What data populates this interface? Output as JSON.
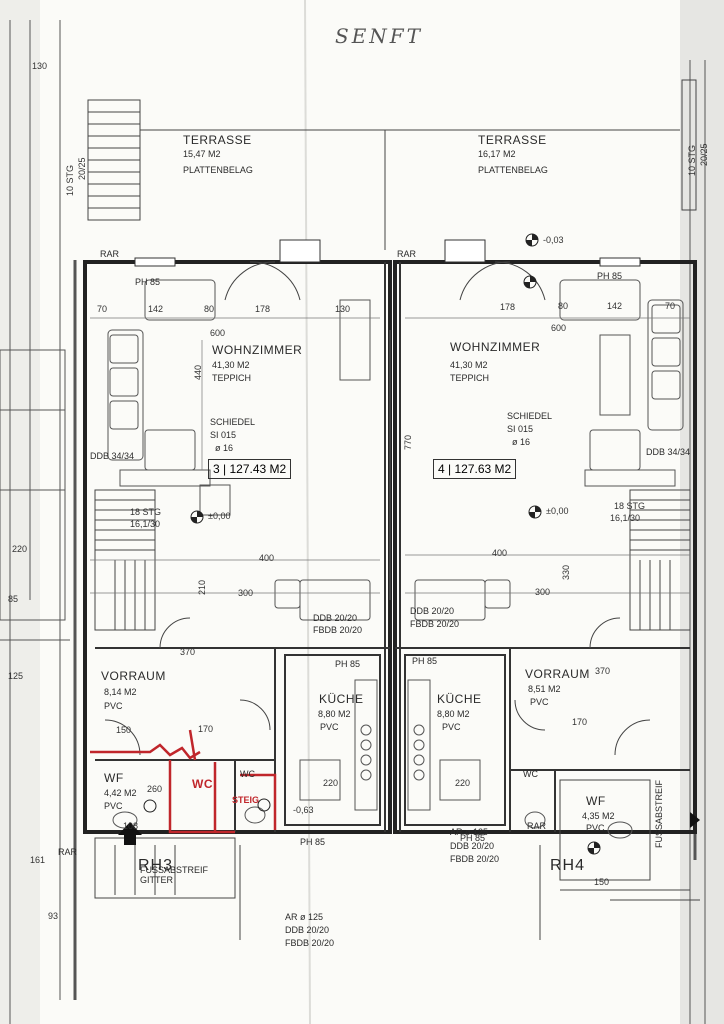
{
  "annotation": "SENFT",
  "terraces": [
    {
      "name": "TERRASSE",
      "area": "15,47 M2",
      "finish": "PLATTENBELAG",
      "stairs": "10 STG",
      "stair_dim": "20/25"
    },
    {
      "name": "TERRASSE",
      "area": "16,17 M2",
      "finish": "PLATTENBELAG",
      "stairs": "10 STG",
      "stair_dim": "20/25"
    }
  ],
  "units": [
    {
      "label": "RH3",
      "living": {
        "name": "WOHNZIMMER",
        "area": "41,30 M2",
        "finish": "TEPPICH"
      },
      "chimney": {
        "name": "SCHIEDEL",
        "spec": "SI 015",
        "dia": "ø 16"
      },
      "unit_no": "3",
      "total_area": "127.43 M2",
      "stairs": "18 STG",
      "stair_dim": "16,1/30",
      "hall": {
        "name": "VORRAUM",
        "area": "8,14 M2",
        "finish": "PVC"
      },
      "kitchen": {
        "name": "KÜCHE",
        "area": "8,80 M2",
        "finish": "PVC"
      },
      "wf": {
        "name": "WF",
        "area": "4,42 M2",
        "finish": "PVC"
      },
      "wc": "WC",
      "entry": "FUSSABSTREIF GITTER",
      "ar": "AR ø 125",
      "ddb": "DDB 20/20",
      "fbdb": "FBDB 20/20",
      "level": "±0,00"
    },
    {
      "label": "RH4",
      "living": {
        "name": "WOHNZIMMER",
        "area": "41,30 M2",
        "finish": "TEPPICH"
      },
      "chimney": {
        "name": "SCHIEDEL",
        "spec": "SI 015",
        "dia": "ø 16"
      },
      "unit_no": "4",
      "total_area": "127.63 M2",
      "stairs": "18 STG",
      "stair_dim": "16,1/30",
      "hall": {
        "name": "VORRAUM",
        "area": "8,51 M2",
        "finish": "PVC"
      },
      "kitchen": {
        "name": "KÜCHE",
        "area": "8,80 M2",
        "finish": "PVC"
      },
      "wf": {
        "name": "WF",
        "area": "4,35 M2",
        "finish": "PVC"
      },
      "wc": "WC",
      "entry": "FUSSABSTREIF",
      "ar": "AR ø 125",
      "ddb": "DDB 20/20",
      "fbdb": "FBDB 20/20",
      "level": "±0,00"
    }
  ],
  "misc": {
    "ph85": "PH 85",
    "rar": "RAR",
    "ddb3434": "DDB 34/34",
    "level_neg003": "-0,03",
    "level_neg063": "-0,63",
    "d600": "600",
    "d440": "440",
    "d770": "770",
    "d400": "400",
    "d300": "300",
    "d210": "210",
    "d330": "330",
    "d178": "178",
    "d142": "142",
    "d130": "130",
    "d70": "70",
    "d80": "80",
    "d220": "220",
    "d170": "170",
    "d150": "150",
    "d260": "260",
    "d108": "108",
    "d370": "370",
    "d93": "93",
    "d161": "161",
    "d85": "85",
    "d125": "125"
  },
  "redmarks": {
    "wc": "WC",
    "steig": "STEIG"
  }
}
